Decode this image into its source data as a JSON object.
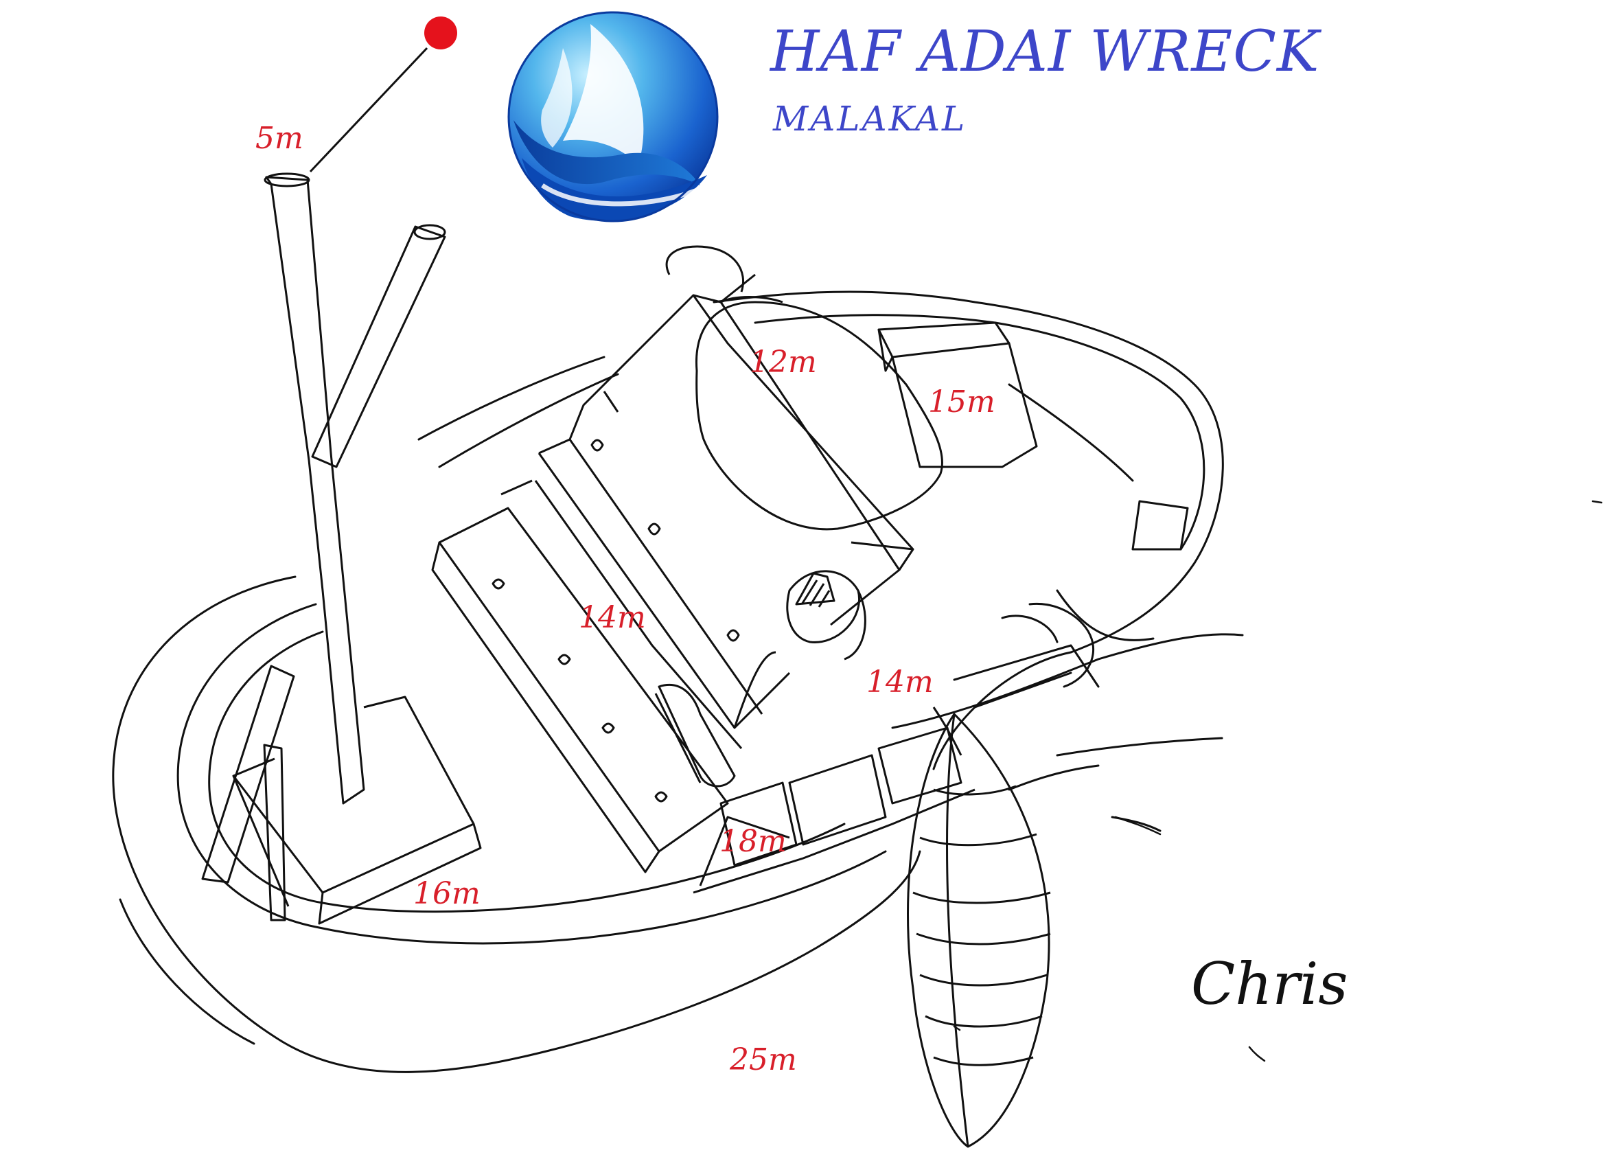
{
  "title": "HAF ADAI WRECK",
  "subtitle": "MALAKAL",
  "logo": {
    "icon": "sailboat-globe-logo",
    "colors": {
      "primary": "#1d6fd6",
      "dark": "#0b3fa5",
      "light": "#7cd3f5"
    }
  },
  "buoy": {
    "icon": "red-buoy-icon",
    "color": "#e5121c"
  },
  "depth_labels": {
    "buoy_line": "5m",
    "bridge_top": "12m",
    "funnel": "15m",
    "deck_side": "14m",
    "deck_rear": "14m",
    "stern_hold": "16m",
    "aft_deck": "18m",
    "seabed": "25m"
  },
  "signature": "Chris",
  "colors": {
    "title": "#3d46c9",
    "depth_label": "#d81f2a",
    "line": "#111111"
  }
}
